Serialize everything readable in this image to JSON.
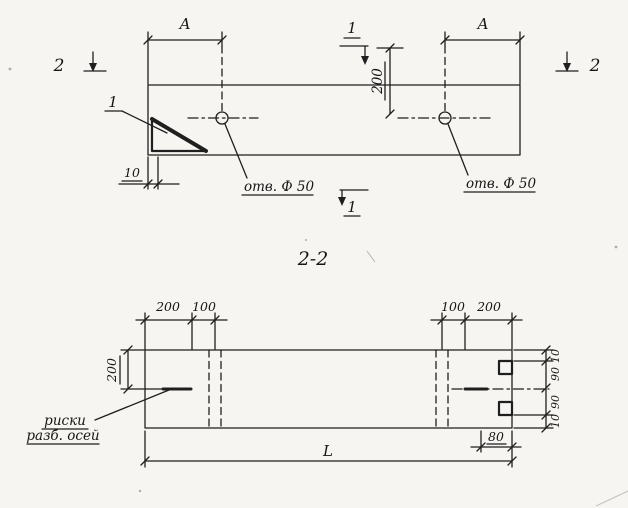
{
  "top_view": {
    "dim_a_left": "A",
    "dim_a_right": "A",
    "section1_top": "1",
    "section1_bottom": "1",
    "section2_left": "2",
    "section2_right": "2",
    "dim_200_vertical": "200",
    "dim_10": "10",
    "detail_callout": "1",
    "hole_left_label": "отв. Ф 50",
    "hole_right_label": "отв. Ф 50"
  },
  "section_view": {
    "title": "2-2",
    "top_dims_left": [
      "200",
      "100"
    ],
    "top_dims_right": [
      "100",
      "200"
    ],
    "left_dim_200": "200",
    "right_dims": [
      "10",
      "90",
      "90",
      "10"
    ],
    "dim_80": "80",
    "dim_length": "L",
    "axis_note_line1": "риски",
    "axis_note_line2": "разб. осей"
  }
}
